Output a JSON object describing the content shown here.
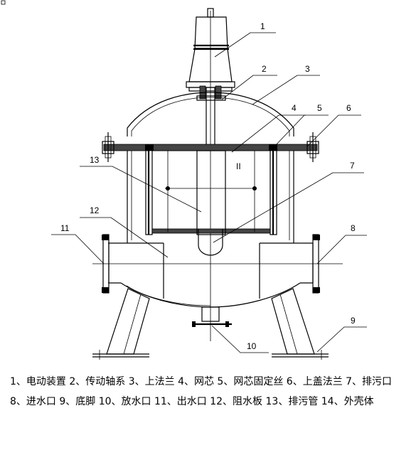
{
  "callouts": [
    "1",
    "2",
    "3",
    "4",
    "5",
    "6",
    "7",
    "8",
    "9",
    "10",
    "11",
    "12",
    "13",
    "II"
  ],
  "caption": "1、电动装置 2、传动轴系 3、上法兰 4、网芯 5、网芯固定丝 6、上盖法兰 7、排污口 8、进水口 9、底脚 10、放水口 11、出水口 12、阻水板 13、排污管 14、外壳体"
}
